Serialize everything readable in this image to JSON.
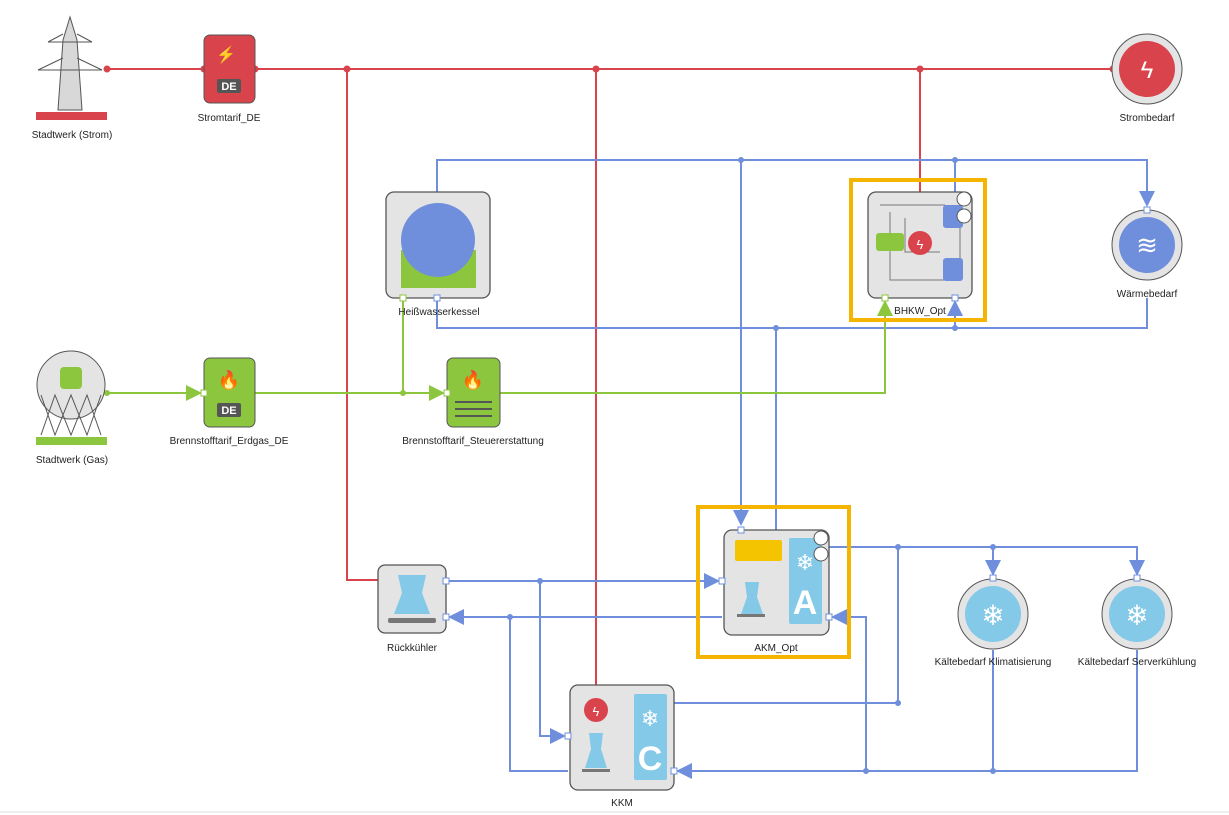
{
  "colors": {
    "electric": "#d9434b",
    "heat": "#6f8fdc",
    "gas": "#8cc63f",
    "cold": "#84c9e8",
    "highlight": "#f5b400"
  },
  "nodes": {
    "stadtwerk_strom": "Stadtwerk (Strom)",
    "stromtarif": "Stromtarif_DE",
    "strombedarf": "Strombedarf",
    "heisswasserkessel": "Heißwasserkessel",
    "bhkw": "BHKW_Opt",
    "waermebedarf": "Wärmebedarf",
    "stadtwerk_gas": "Stadtwerk (Gas)",
    "brennstoff_erdgas": "Brennstofftarif_Erdgas_DE",
    "brennstoff_steuer": "Brennstofftarif_Steuererstattung",
    "rueckkuehler": "Rückkühler",
    "akm": "AKM_Opt",
    "kkm": "KKM",
    "kaelte_klima": "Kältebedarf Klimatisierung",
    "kaelte_server": "Kältebedarf Serverkühlung"
  },
  "badges": {
    "de": "DE",
    "akm_letter": "A",
    "kkm_letter": "C"
  },
  "selected": [
    "BHKW_Opt",
    "AKM_Opt"
  ]
}
